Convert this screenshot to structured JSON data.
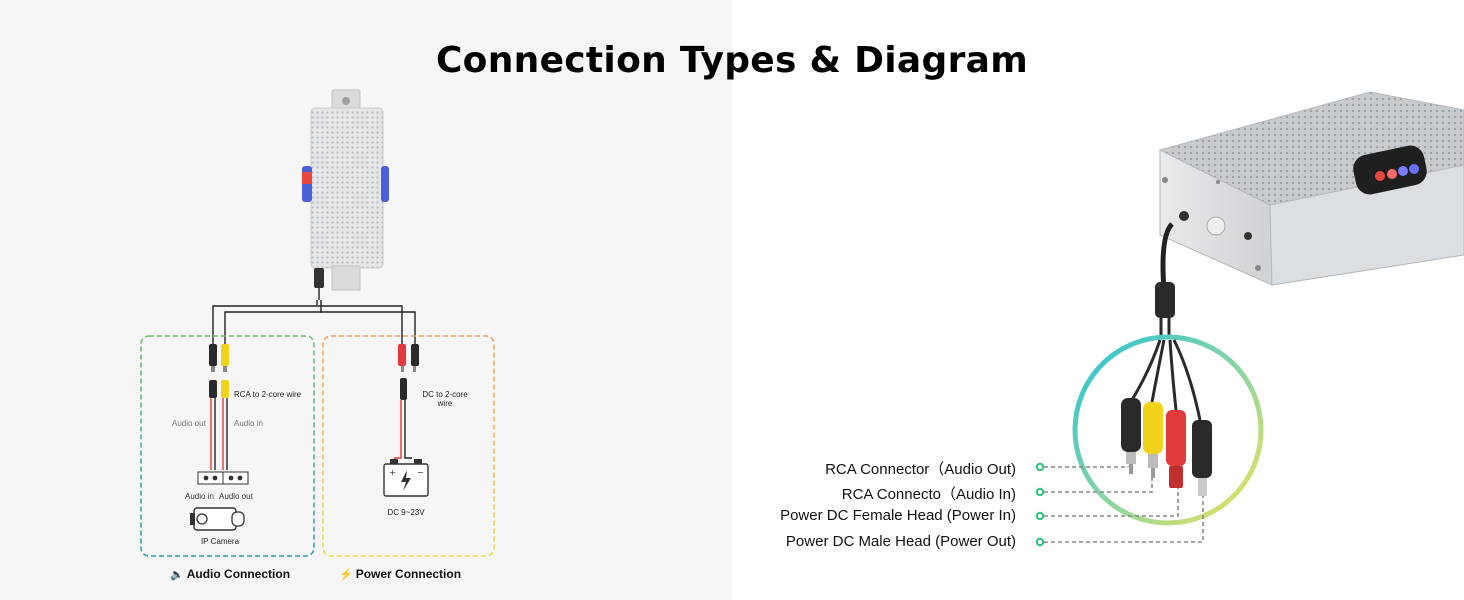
{
  "title": "Connection Types & Diagram",
  "left_diagram": {
    "rca_label": "RCA to 2-core wire",
    "audio_out_label": "Audio out",
    "audio_in_label": "Audio in",
    "terminal_audio_in": "Audio in",
    "terminal_audio_out": "Audio out",
    "camera_label": "IP Camera",
    "dc_label": "DC to 2-core wire",
    "battery_label": "DC 9~23V",
    "audio_caption": "Audio Connection",
    "audio_caption_icon": "speaker-icon",
    "power_caption": "Power Connection",
    "power_caption_icon": "lightning-icon",
    "colors": {
      "audio_box": "#6cc76a",
      "power_box": "#f4a35a",
      "red_wire": "#e33b3b",
      "yellow_plug": "#f2d21b"
    }
  },
  "right_diagram": {
    "connectors": [
      {
        "label": "RCA Connector（Audio Out)"
      },
      {
        "label": "RCA Connecto（Audio In)"
      },
      {
        "label": "Power DC Female Head (Power In)"
      },
      {
        "label": "Power DC Male Head (Power Out)"
      }
    ],
    "colors": {
      "marker": "#2ec27e",
      "ring_start": "#27c2d8",
      "ring_end": "#f2e35a"
    }
  }
}
